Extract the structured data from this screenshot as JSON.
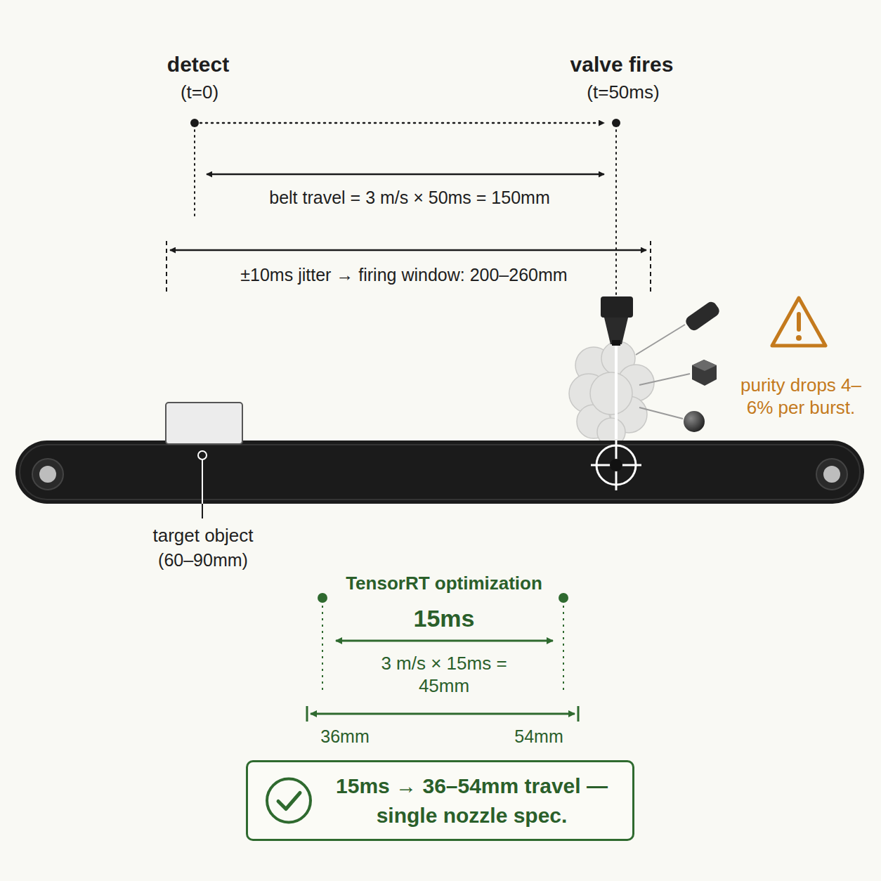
{
  "diagram": {
    "nodes": [
      {
        "text": [
          "15ms → 36–54mm travel — single nozzle spec."
        ]
      }
    ],
    "labels": [
      "detect",
      "(t=0)",
      "valve fires",
      "(t=50ms)",
      "belt travel = 3 m/s × 50ms = 150mm",
      "±10ms jitter → firing window: 200–260mm",
      "purity drops 4–6% per burst.",
      "target object",
      "(60–90mm)",
      "TensorRT optimization",
      "15ms",
      "3 m/s × 15ms = 45mm",
      "36mm",
      "54mm"
    ]
  }
}
